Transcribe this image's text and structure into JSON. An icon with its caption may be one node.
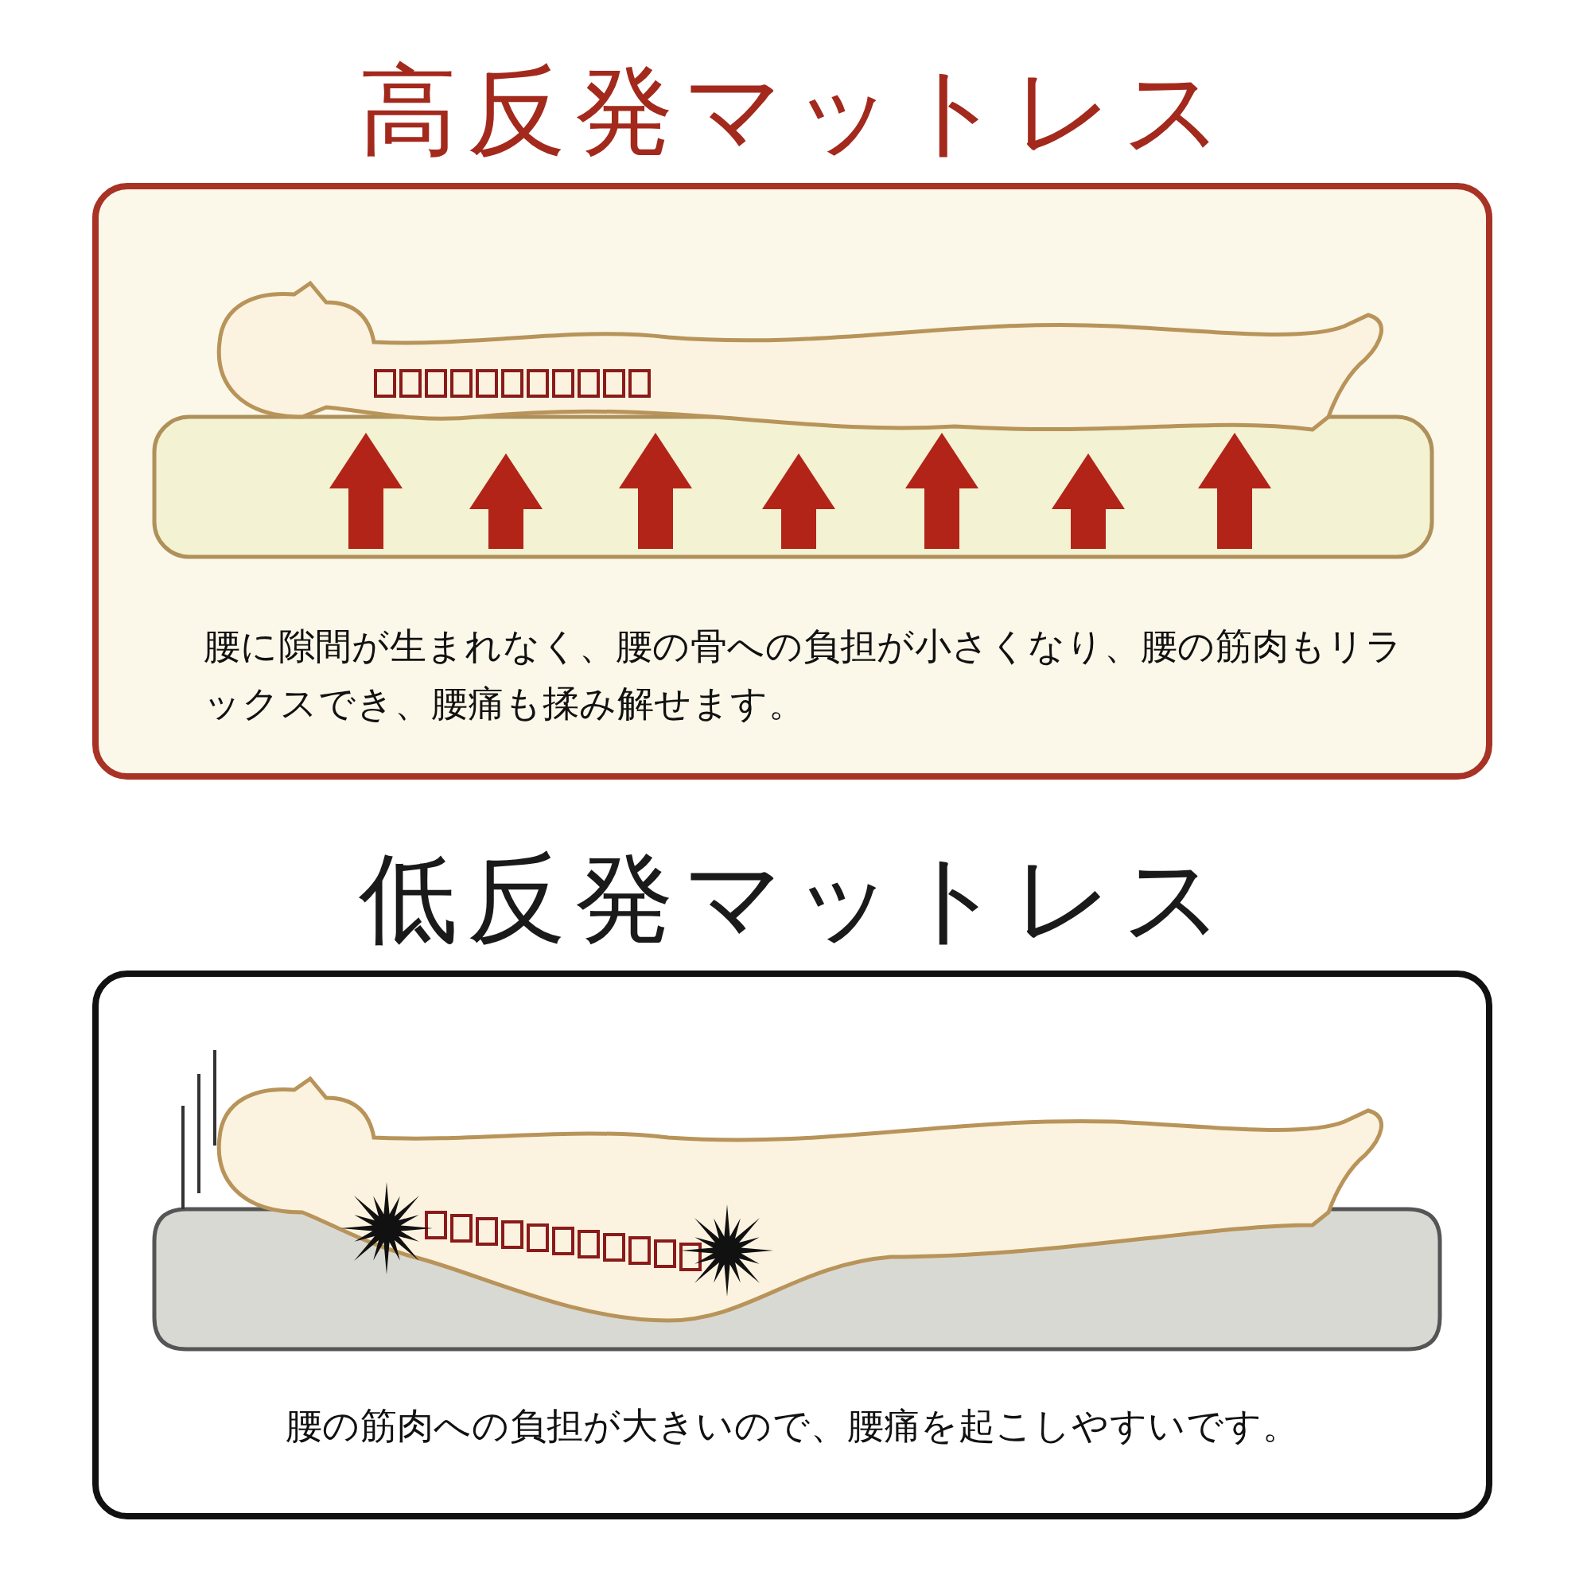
{
  "diagram": {
    "nodes": [
      {
        "text": [
          "高反発マットレス",
          "腰に隙間が生まれなく、腰の骨への負担が小さくなり、腰の筋肉もリラックスでき、腰痛も揉み解せます。"
        ]
      },
      {
        "text": [
          "低反発マットレス",
          "腰の筋肉への負担が大きいので、腰痛を起こしやすいです。"
        ]
      }
    ]
  }
}
